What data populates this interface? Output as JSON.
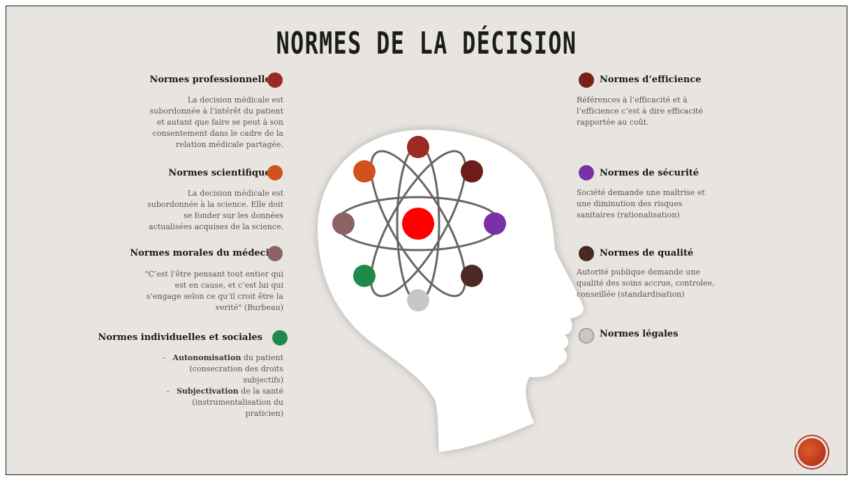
{
  "title": "NORMES DE LA DÉCISION",
  "left": [
    {
      "label": "Normes  professionnelles",
      "color": "#9c2a22",
      "desc": [
        "La decision médicale est",
        "subordonnée à l’intérêt du patient",
        "et autant que faire se peut à son",
        "consentement dans le cadre de la",
        "relation médicale partagée."
      ]
    },
    {
      "label": "Normes scientifiques",
      "color": "#d2511d",
      "desc": [
        "La decision médicale est",
        "subordonnée à la science. Elle doit",
        "se fonder sur les données",
        "actualisées acquises de la science."
      ]
    },
    {
      "label": "Normes morales du médecin",
      "color": "#8d6264",
      "desc": [
        "\"C’est l’être pensant tout entier qui",
        "est en cause, et c’est lui qui",
        "s’engage selon ce qu’il croit être la",
        "verité\" (Burbeau)"
      ]
    },
    {
      "label": "Normes individuelles et sociales",
      "color": "#1e8a4c",
      "items": [
        {
          "dash": "-",
          "bold": "Autonomisation",
          "rest": " du patient",
          "lines": [
            "(consecration des droits",
            "subjectifs)"
          ]
        },
        {
          "dash": "-",
          "bold": "Subjectivation",
          "rest": " de la santé",
          "lines": [
            "(instrumentalisation du",
            "praticien)"
          ]
        }
      ]
    }
  ],
  "right": [
    {
      "label": "Normes d’efficience",
      "color": "#7a1f1a",
      "desc": [
        "Références à l’efficacité et à",
        "l’efficience c’est à dire efficacité",
        "rapportée au coût."
      ]
    },
    {
      "label": "Normes de sécurité",
      "color": "#7a31a7",
      "desc": [
        "Société demande une maîtrise et",
        "une diminution des risques",
        "sanitaires (rationalisation)"
      ]
    },
    {
      "label": "Normes de qualité",
      "color": "#4a2a22",
      "desc": [
        "Autorité publique demande une",
        "qualité des soins accrue, controlee,",
        "conseillée (standardisation)"
      ]
    },
    {
      "label": "Normes légales",
      "color": "#c9c6c6",
      "desc": []
    }
  ],
  "atom": {
    "nucleus_color": "#ff0000",
    "electrons": [
      {
        "name": "top",
        "color": "#9c2a22"
      },
      {
        "name": "upper-left",
        "color": "#d2511d"
      },
      {
        "name": "upper-right",
        "color": "#6e1c19"
      },
      {
        "name": "left",
        "color": "#8d6264"
      },
      {
        "name": "right",
        "color": "#7a31a7"
      },
      {
        "name": "lower-left",
        "color": "#1e8a4c"
      },
      {
        "name": "lower-right",
        "color": "#4a2a22"
      },
      {
        "name": "bottom",
        "color": "#c9c6c6"
      }
    ]
  }
}
